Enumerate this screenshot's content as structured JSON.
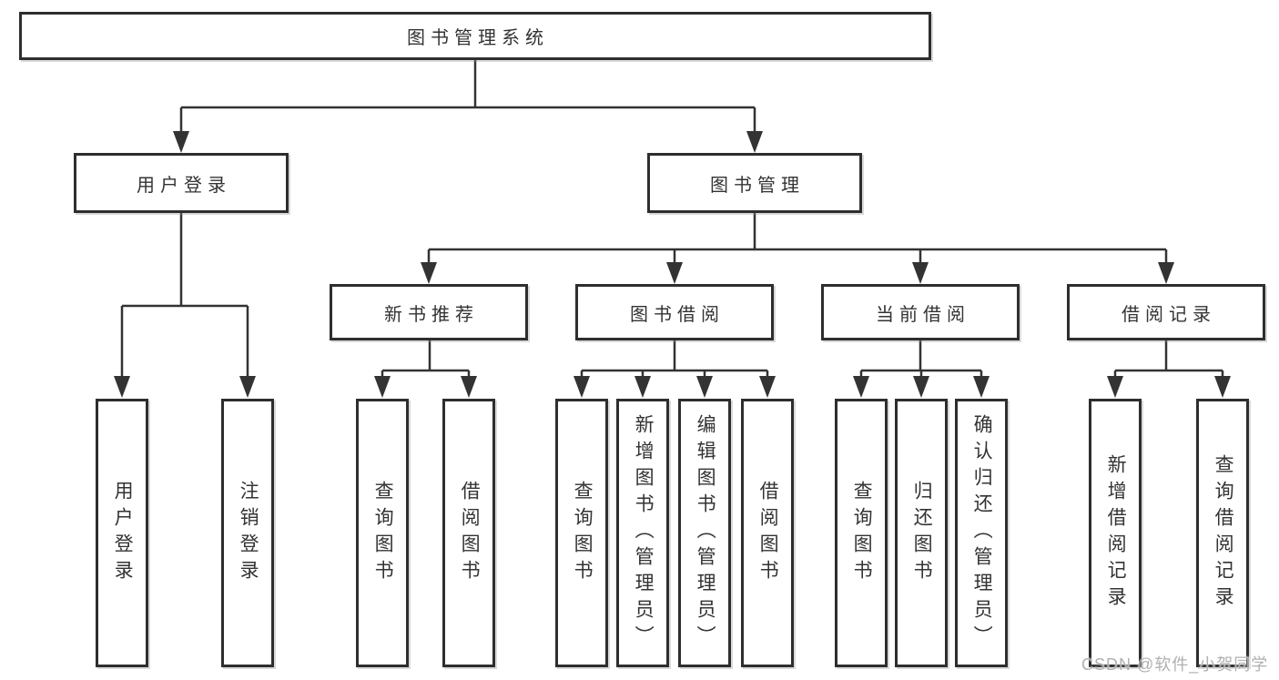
{
  "tree": {
    "root": {
      "label": "图书管理系统"
    },
    "user_login": {
      "label": "用户登录",
      "children": [
        {
          "label": "用户登录"
        },
        {
          "label": "注销登录"
        }
      ]
    },
    "book_management": {
      "label": "图书管理",
      "children": [
        {
          "label": "新书推荐",
          "children": [
            {
              "label": "查询图书"
            },
            {
              "label": "借阅图书"
            }
          ]
        },
        {
          "label": "图书借阅",
          "children": [
            {
              "label": "查询图书"
            },
            {
              "label": "新增图书（管理员）"
            },
            {
              "label": "编辑图书（管理员）"
            },
            {
              "label": "借阅图书"
            }
          ]
        },
        {
          "label": "当前借阅",
          "children": [
            {
              "label": "查询图书"
            },
            {
              "label": "归还图书"
            },
            {
              "label": "确认归还（管理员）"
            }
          ]
        },
        {
          "label": "借阅记录",
          "children": [
            {
              "label": "新增借阅记录"
            },
            {
              "label": "查询借阅记录"
            }
          ]
        }
      ]
    }
  },
  "watermark": {
    "text": "CSDN @软件_小贺同学"
  },
  "colors": {
    "line": "#333333",
    "box_border": "#2e2e2e",
    "text": "#333333",
    "watermark": "#b0b0b0",
    "background": "#ffffff"
  }
}
